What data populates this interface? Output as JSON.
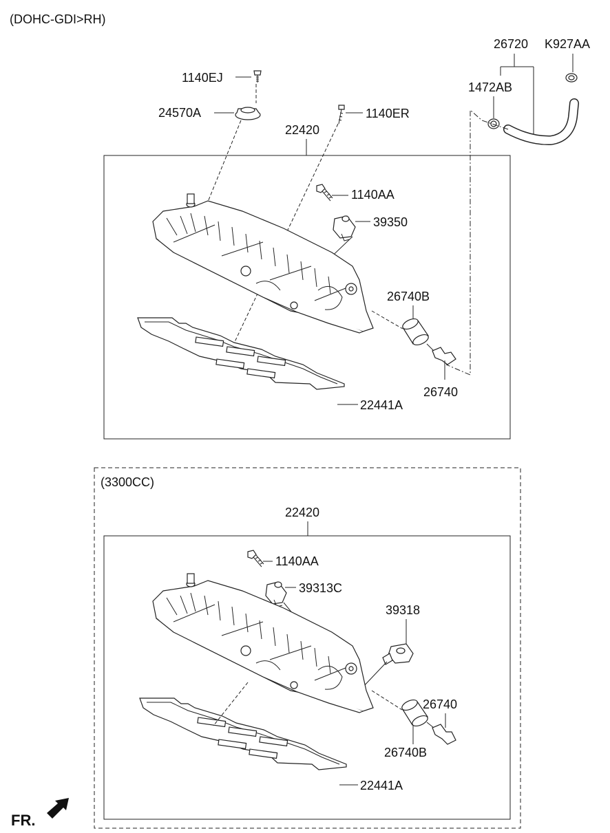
{
  "header": {
    "variant": "(DOHC-GDI>RH)"
  },
  "section1": {
    "parts": {
      "p26720": "26720",
      "pK927AA": "K927AA",
      "p1472AB": "1472AB",
      "p1140EJ": "1140EJ",
      "p24570A": "24570A",
      "p1140ER": "1140ER",
      "p22420": "22420",
      "p1140AA": "1140AA",
      "p39350": "39350",
      "p26740B": "26740B",
      "p26740": "26740",
      "p22441A": "22441A"
    }
  },
  "section2": {
    "variant": "(3300CC)",
    "parts": {
      "p22420": "22420",
      "p1140AA": "1140AA",
      "p39313C": "39313C",
      "p39318": "39318",
      "p26740": "26740",
      "p26740B": "26740B",
      "p22441A": "22441A"
    }
  },
  "footer": {
    "direction": "FR."
  }
}
